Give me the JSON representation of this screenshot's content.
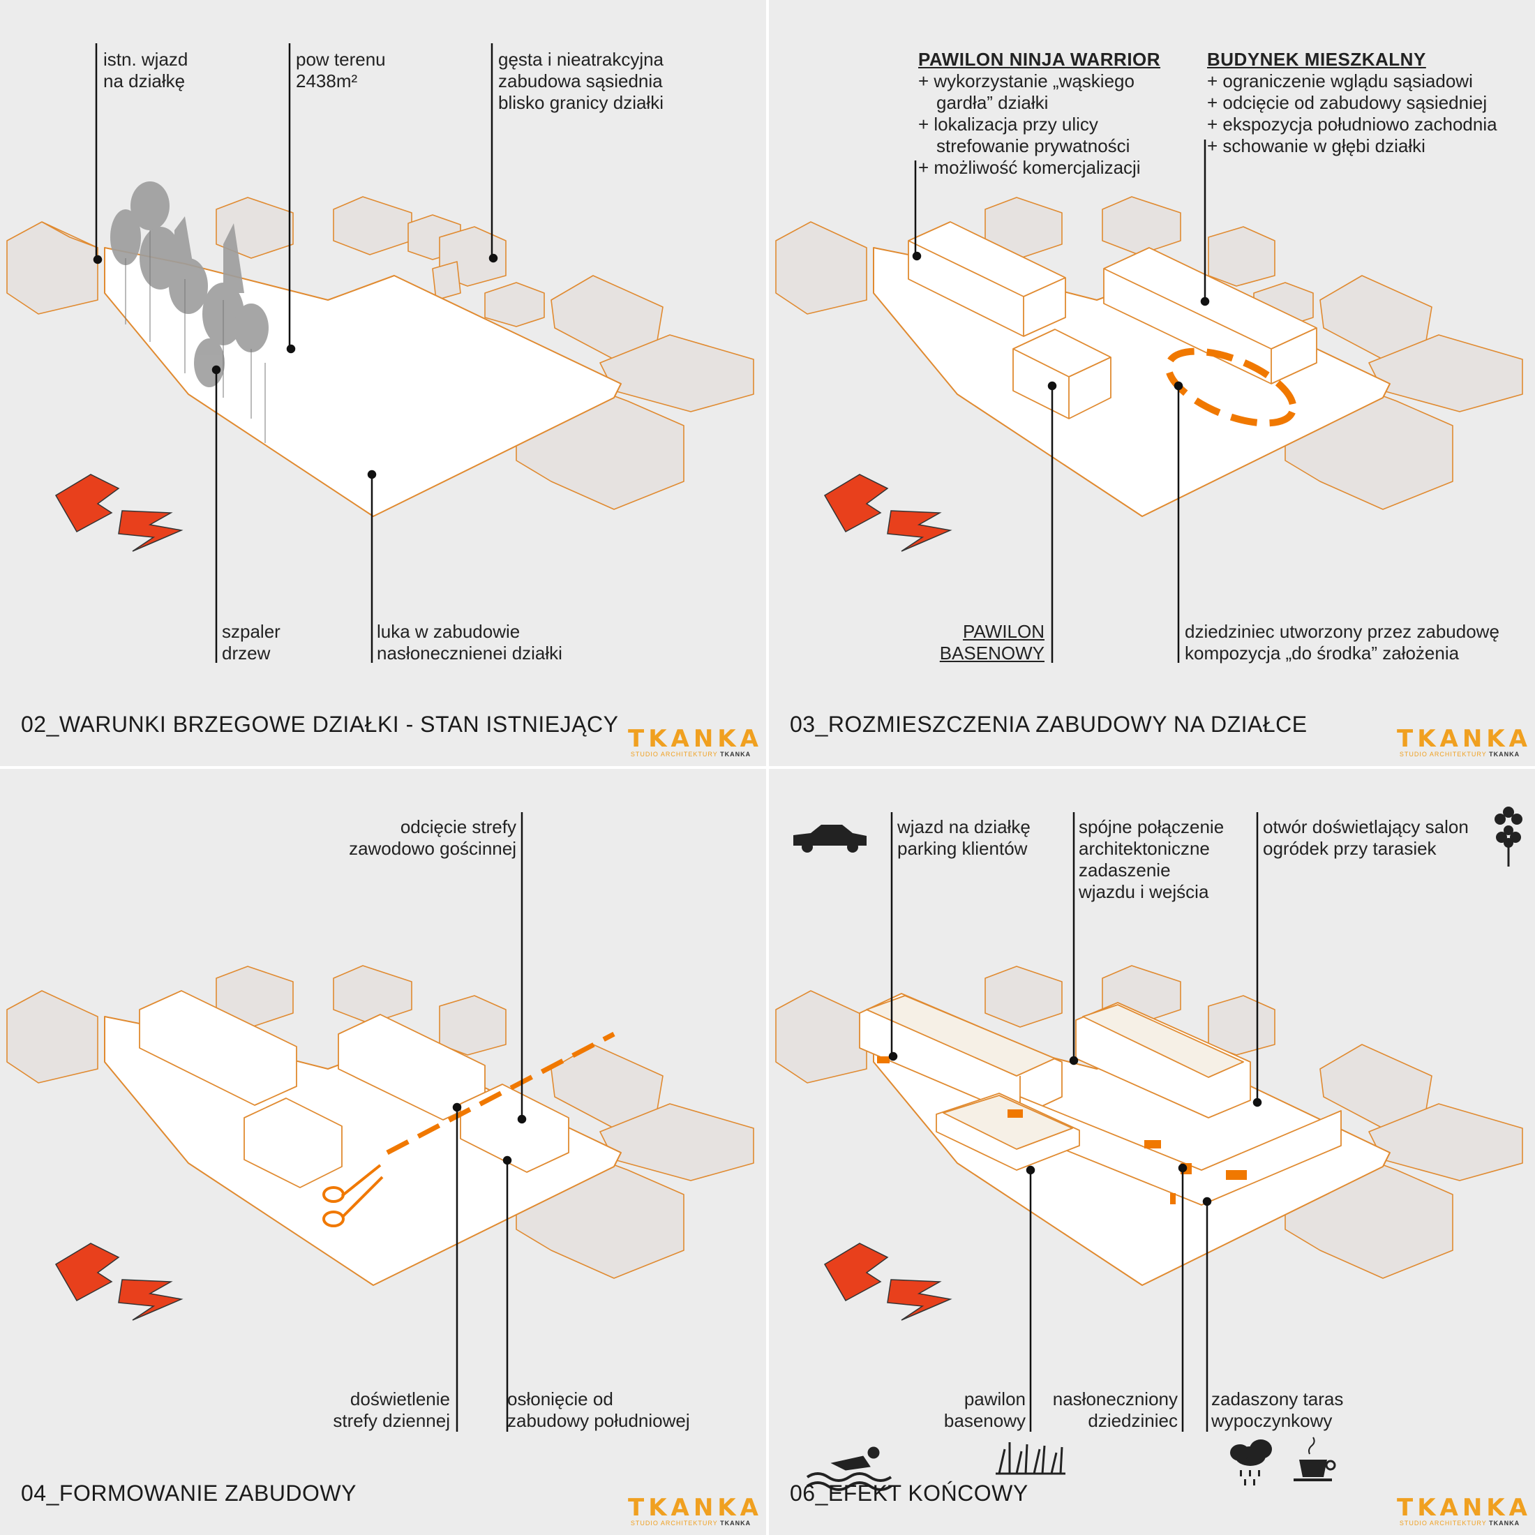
{
  "panels": [
    {
      "title": "02_WARUNKI BRZEGOWE DZIAŁKI - STAN ISTNIEJĄCY",
      "labels": {
        "entry": [
          "istn. wjazd",
          "na działkę"
        ],
        "area": [
          "pow terenu",
          "2438m²"
        ],
        "neighbors": [
          "gęsta i nieatrakcyjna",
          "zabudowa sąsiednia",
          "blisko granicy działki"
        ],
        "trees": [
          "szpaler",
          "drzew"
        ],
        "gap": [
          "luka w zabudowie",
          "nasłonecznienei działki"
        ]
      }
    },
    {
      "title": "03_ROZMIESZCZENIA ZABUDOWY NA DZIAŁCE",
      "labels": {
        "pawilon_header": "PAWILON NINJA WARRIOR",
        "pawilon_items": [
          "+ wykorzystanie „wąskiego",
          "   gardła” działki",
          "+ lokalizacja przy ulicy",
          "   strefowanie prywatności",
          "+ możliwość komercjalizacji"
        ],
        "budynek_header": "BUDYNEK MIESZKALNY",
        "budynek_items": [
          "+ ograniczenie wglądu sąsiadowi",
          "+ odcięcie od zabudowy sąsiedniej",
          "+ ekspozycja południowo zachodnia",
          "+ schowanie w głębi działki"
        ],
        "basen": [
          "PAWILON",
          "BASENOWY"
        ],
        "courtyard": [
          "dziedziniec utworzony przez zabudowę",
          "kompozycja „do środka” założenia"
        ]
      }
    },
    {
      "title": "04_FORMOWANIE ZABUDOWY",
      "labels": {
        "cut": [
          "odcięcie strefy",
          "zawodowo gościnnej"
        ],
        "light": [
          "doświetlenie",
          "strefy dziennej"
        ],
        "shield": [
          "osłonięcie od",
          "zabudowy południowej"
        ]
      }
    },
    {
      "title": "06_EFEKT KOŃCOWY",
      "labels": {
        "entry": [
          "wjazd na działkę",
          "parking klientów"
        ],
        "connection": [
          "spójne połączenie",
          "architektoniczne",
          "zadaszenie",
          "wjazdu i wejścia"
        ],
        "opening": [
          "otwór doświetlający salon",
          "ogródek przy tarasiek"
        ],
        "pool": [
          "pawilon",
          "basenowy"
        ],
        "sunny": [
          "nasłoneczniony",
          "dziedziniec"
        ],
        "terrace": [
          "zadaszony taras",
          "wypoczynkowy"
        ]
      }
    }
  ],
  "logo": {
    "mark": "TKANKA",
    "sub_prefix": "STUDIO ARCHITEKTURY ",
    "sub_brand": "TKANKA"
  },
  "colors": {
    "accent": "#f07800",
    "outline": "#e08a30",
    "house_fill": "#e6e2e0",
    "tree": "#a0a0a0",
    "arrow": "#e8401c"
  },
  "icons": [
    "car-icon",
    "flower-icon",
    "swimmer-icon",
    "grass-icon",
    "rain-cloud-icon",
    "coffee-cup-icon",
    "scissors-icon",
    "north-arrow-icon"
  ]
}
